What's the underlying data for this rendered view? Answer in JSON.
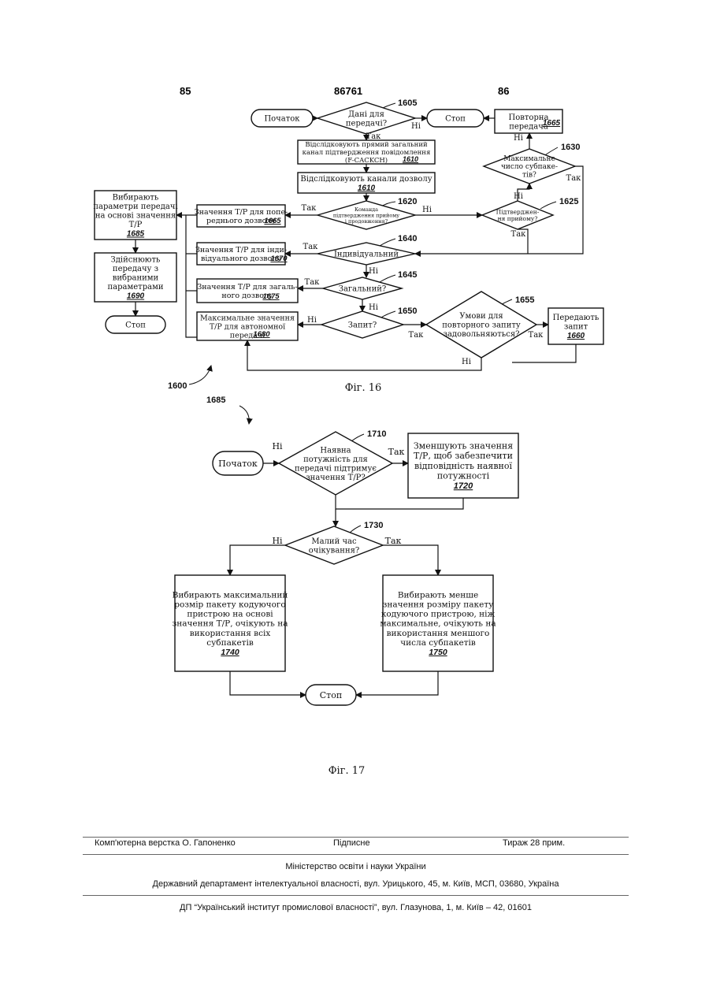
{
  "header": {
    "left": "85",
    "center": "86761",
    "right": "86"
  },
  "fig16": {
    "caption": "Фіг. 16",
    "label_main": "1600",
    "start": "Початок",
    "d1605": {
      "lines": [
        "Дані для",
        "передачі?"
      ],
      "ref": "1605"
    },
    "stop_top": "Стоп",
    "b1665r": {
      "lines": [
        "Повторна",
        "передача"
      ],
      "ref": "1665"
    },
    "b1610a": {
      "lines": [
        "Відслідковують прямий загальний",
        "канал підтвердження повідомлення",
        "(F-CACKCH)"
      ],
      "ref": "1610"
    },
    "b1610b": {
      "lines": [
        "Відслідковують канали дозволу"
      ],
      "ref": "1610"
    },
    "d1630": {
      "lines": [
        "Максимальне",
        "число субпаке-",
        "тів?"
      ],
      "ref": "1630"
    },
    "d1625": {
      "lines": [
        "Підтверджен-",
        "ня прийому?"
      ],
      "ref": "1625"
    },
    "d1620": {
      "lines": [
        "Команда",
        "підтвердження прийому",
        "і продовження?"
      ],
      "ref": "1620"
    },
    "b1665": {
      "lines": [
        "Значення Т/Р для попе-",
        "реднього дозволу"
      ],
      "ref": "1665"
    },
    "b1685": {
      "lines": [
        "Вибирають",
        "параметри передачі",
        "на основі значення",
        "Т/Р"
      ],
      "ref": "1685"
    },
    "b1690": {
      "lines": [
        "Здійснюють",
        "передачу з",
        "вибраними",
        "параметрами"
      ],
      "ref": "1690"
    },
    "stop_left": "Стоп",
    "d1640": {
      "lines": [
        "Індивідуальний"
      ],
      "ref": "1640"
    },
    "b1670": {
      "lines": [
        "Значення Т/Р для інди-",
        "відуального дозволу"
      ],
      "ref": "1670"
    },
    "d1645": {
      "lines": [
        "Загальний?"
      ],
      "ref": "1645"
    },
    "b1675": {
      "lines": [
        "Значення Т/Р для загаль-",
        "ного дозволу"
      ],
      "ref": "1675"
    },
    "d1650": {
      "lines": [
        "Запит?"
      ],
      "ref": "1650"
    },
    "b1680": {
      "lines": [
        "Максимальне значення",
        "Т/Р для автономної",
        "передачі"
      ],
      "ref": "1680"
    },
    "d1655": {
      "lines": [
        "Умови для",
        "повторного запиту",
        "задовольняються?"
      ],
      "ref": "1655"
    },
    "b1660": {
      "lines": [
        "Передають",
        "запит"
      ],
      "ref": "1660"
    },
    "yes": "Так",
    "no": "Ні"
  },
  "fig17": {
    "caption": "Фіг. 17",
    "label_main": "1685",
    "start": "Початок",
    "d1710": {
      "lines": [
        "Наявна",
        "потужність для",
        "передачі підтримує",
        "значення Т/Р?"
      ],
      "ref": "1710"
    },
    "b1720": {
      "lines": [
        "Зменшують значення",
        "Т/Р, щоб забезпечити",
        "відповідність наявної",
        "потужності"
      ],
      "ref": "1720"
    },
    "d1730": {
      "lines": [
        "Малий час",
        "очікування?"
      ],
      "ref": "1730"
    },
    "b1740": {
      "lines": [
        "Вибирають максимальний",
        "розмір пакету кодуючого",
        "пристрою на основі",
        "значення Т/Р, очікують на",
        "використання всіх",
        "субпакетів"
      ],
      "ref": "1740"
    },
    "b1750": {
      "lines": [
        "Вибирають менше",
        "значення розміру пакету",
        "кодуючого пристрою, ніж",
        "максимальне, очікують на",
        "використання меншого",
        "числа субпакетів"
      ],
      "ref": "1750"
    },
    "stop": "Стоп",
    "yes": "Так",
    "no": "Ні"
  },
  "footer": {
    "layout": "Комп'ютерна верстка О. Гапоненко",
    "signed": "Підписне",
    "copies": "Тираж 28 прим.",
    "ministry": "Міністерство освіти і науки України",
    "department": "Державний департамент інтелектуальної власності, вул. Урицького, 45, м. Київ, МСП, 03680, Україна",
    "institute": "ДП “Український інститут промислової власності”, вул. Глазунова, 1, м. Київ – 42, 01601"
  }
}
